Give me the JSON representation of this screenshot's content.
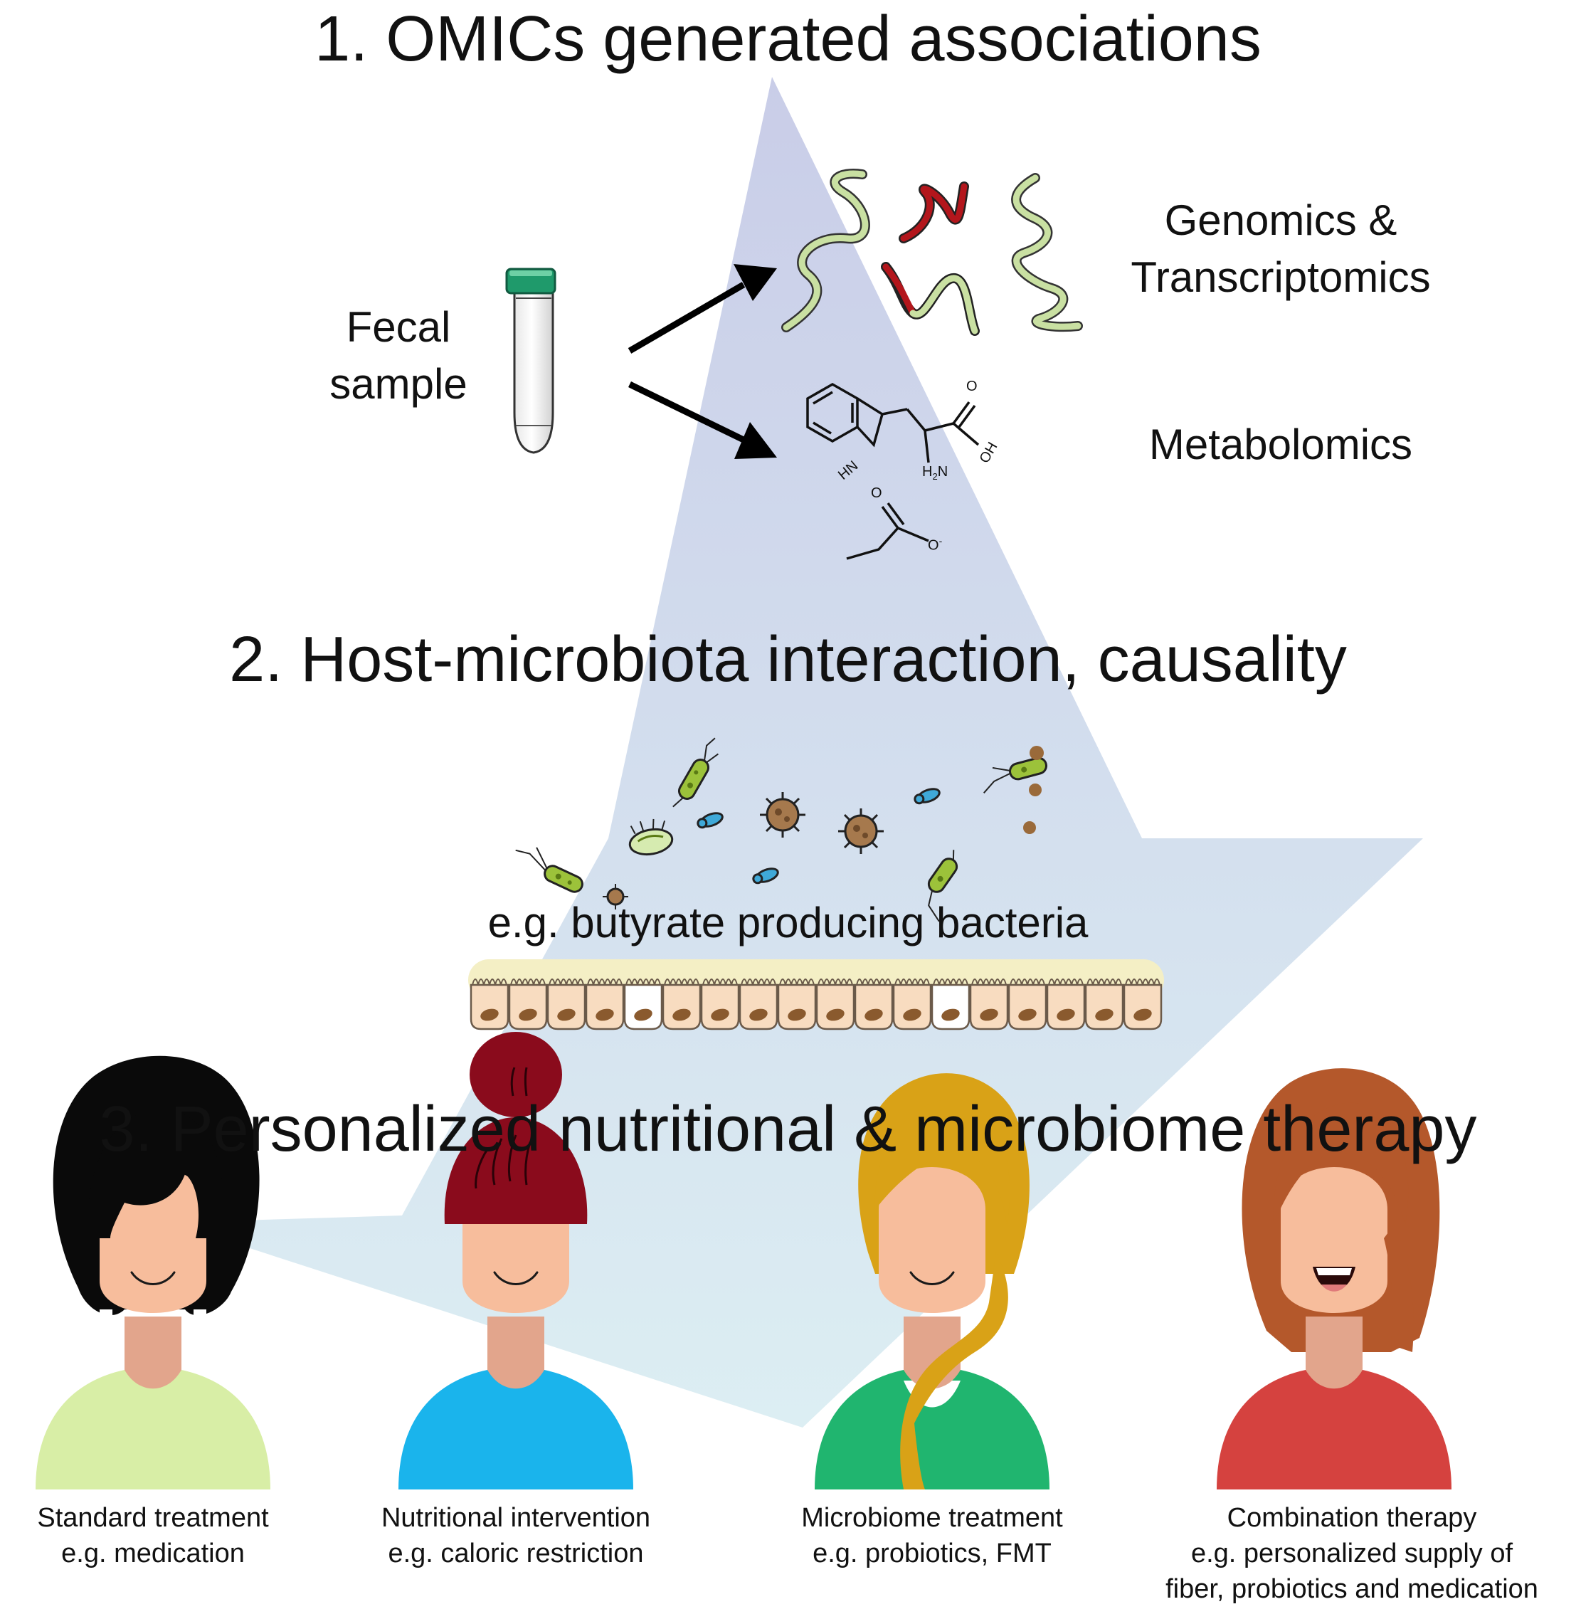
{
  "headings": {
    "step1": "1. OMICs generated associations",
    "step2": "2. Host-microbiota interaction, causality",
    "step3": "3. Personalized nutritional & microbiome therapy"
  },
  "sample": {
    "line1": "Fecal",
    "line2": "sample"
  },
  "omics": {
    "genomics_line1": "Genomics &",
    "genomics_line2": "Transcriptomics",
    "metabolomics": "Metabolomics"
  },
  "molecule": {
    "hn": "HN",
    "h2n_h": "H",
    "h2n_sub": "2",
    "h2n_n": "N",
    "o_top": "O",
    "oh": "OH",
    "o_small": "O",
    "o_minus": "O",
    "minus": "-"
  },
  "bacteria_label": "e.g. butyrate producing bacteria",
  "therapies": [
    {
      "line1": "Standard treatment",
      "line2": "e.g. medication"
    },
    {
      "line1": "Nutritional intervention",
      "line2": "e.g. caloric restriction"
    },
    {
      "line1": "Microbiome treatment",
      "line2": "e.g. probiotics, FMT"
    },
    {
      "line1": "Combination therapy",
      "line2": "e.g. personalized supply of",
      "line3": "fiber, probiotics and medication"
    }
  ],
  "colors": {
    "funnel_top": "#c9cde8",
    "funnel_bottom": "#dceef3",
    "tube_cap": "#1f9a6b",
    "dna_green": "#c9e0a2",
    "dna_red": "#b3161c",
    "mucus": "#f4efc5",
    "cell": "#f8dcc0",
    "nucleus": "#8a5a2e",
    "skin": "#f7bd9c",
    "neck": "#e2a58c",
    "hair_black": "#0a0a0a",
    "hair_red": "#8a0b1c",
    "hair_gold": "#d9a217",
    "hair_auburn": "#b4582b",
    "shirt_lime": "#d8eea6",
    "shirt_blue": "#1ab4ec",
    "shirt_green": "#20b56f",
    "shirt_red": "#d5423f"
  }
}
